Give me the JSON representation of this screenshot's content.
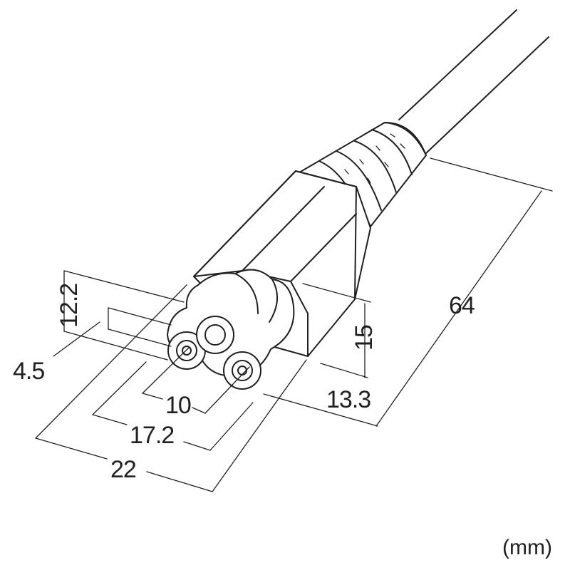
{
  "dimensions": {
    "d64": "64",
    "d15": "15",
    "d13_3": "13.3",
    "d12_2": "12.2",
    "d4_5": "4.5",
    "d10": "10",
    "d17_2": "17.2",
    "d22": "22"
  },
  "unit_label": "(mm)"
}
